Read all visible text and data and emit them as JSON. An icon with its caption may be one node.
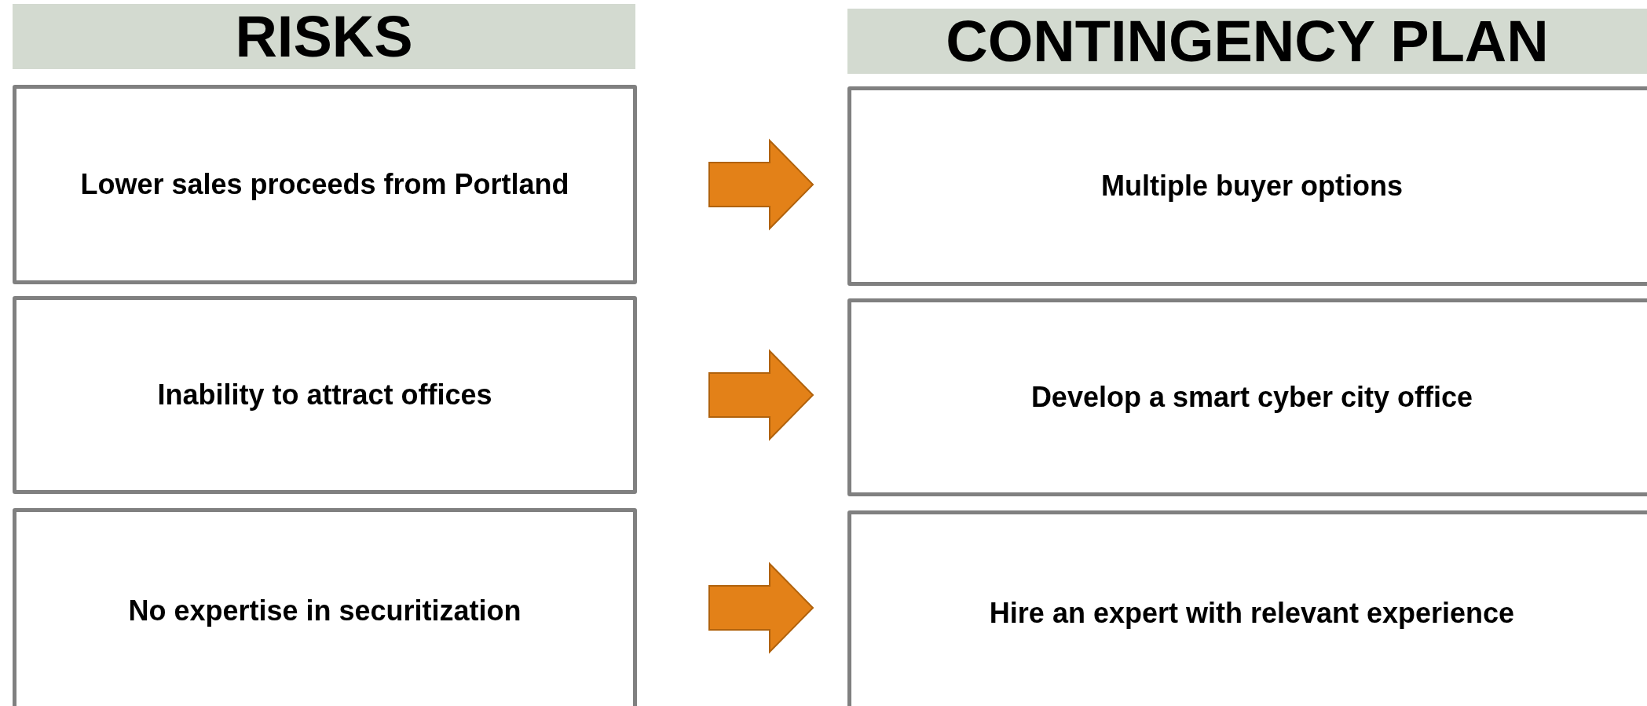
{
  "diagram": {
    "nodes": [
      {
        "text": [
          "RISKS"
        ]
      },
      {
        "text": [
          "CONTINGENCY PLAN"
        ]
      },
      {
        "text": [
          "Lower sales proceeds from Portland"
        ]
      },
      {
        "text": [
          "Multiple buyer options"
        ]
      },
      {
        "text": [
          "Inability to attract offices"
        ]
      },
      {
        "text": [
          "Develop a smart cyber city office"
        ]
      },
      {
        "text": [
          "No expertise in securitization"
        ]
      },
      {
        "text": [
          "Hire an expert with relevant experience"
        ]
      }
    ],
    "edges": [
      {
        "from": 2,
        "to": 3,
        "arrow": "to",
        "style": "thick"
      },
      {
        "from": 4,
        "to": 5,
        "arrow": "to",
        "style": "thick"
      },
      {
        "from": 6,
        "to": 7,
        "arrow": "to",
        "style": "thick"
      }
    ]
  }
}
